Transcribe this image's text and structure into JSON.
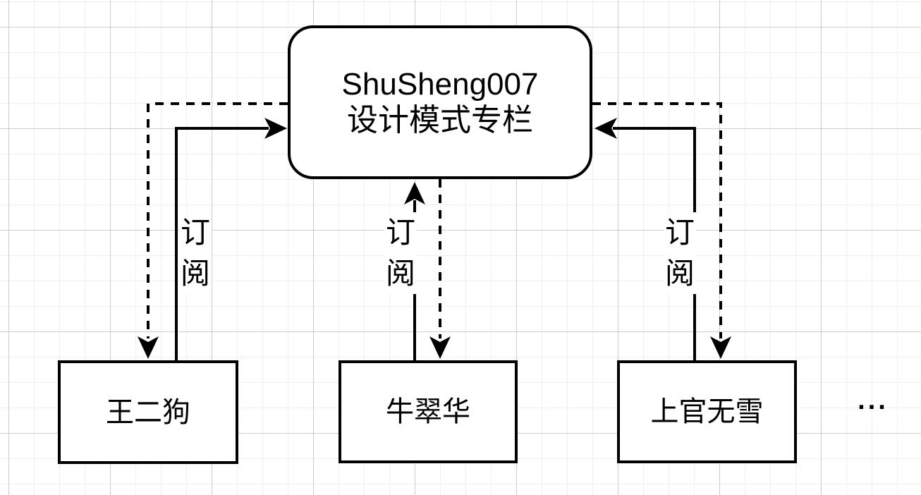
{
  "diagram": {
    "publisher": {
      "line1": "ShuSheng007",
      "line2": "设计模式专栏"
    },
    "subscribers": [
      {
        "name": "王二狗"
      },
      {
        "name": "牛翠华"
      },
      {
        "name": "上官无雪"
      }
    ],
    "edge_labels": [
      {
        "text": "订阅"
      },
      {
        "text": "订阅"
      },
      {
        "text": "订阅"
      }
    ],
    "ellipsis": "...",
    "colors": {
      "stroke": "#000000",
      "background": "#ffffff",
      "grid_minor": "#f0f0f0",
      "grid_major": "#cccccc"
    }
  }
}
